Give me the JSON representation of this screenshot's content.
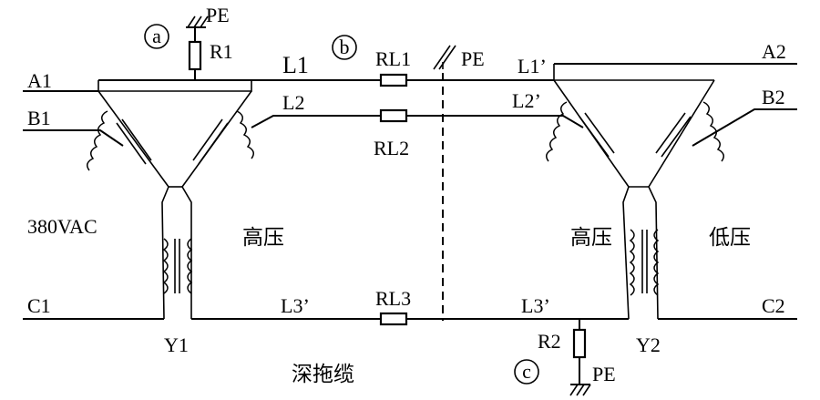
{
  "labels": {
    "a1": "A1",
    "b1": "B1",
    "c1": "C1",
    "a2": "A2",
    "b2": "B2",
    "c2": "C2",
    "l1": "L1",
    "l2": "L2",
    "l3": "L3’",
    "l1p": "L1’",
    "l2p": "L2’",
    "l3p": "L3’",
    "rl1": "RL1",
    "rl2": "RL2",
    "rl3": "RL3",
    "r1": "R1",
    "r2": "R2",
    "pe_top": "PE",
    "pe_mid": "PE",
    "pe_bottom": "PE",
    "y1": "Y1",
    "y2": "Y2",
    "voltage": "380VAC",
    "hv_left": "高压",
    "hv_right": "高压",
    "lv_right": "低压",
    "cable": "深拖缆",
    "marker_a": "a",
    "marker_b": "b",
    "marker_c": "c"
  }
}
